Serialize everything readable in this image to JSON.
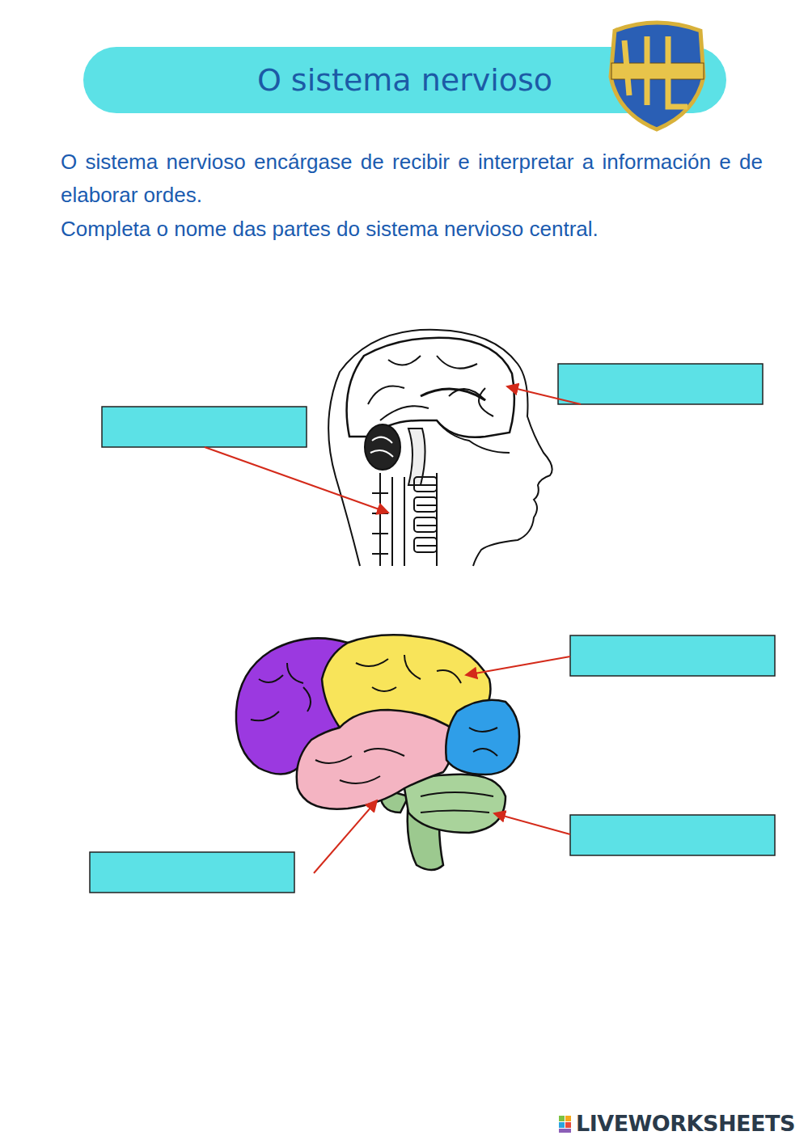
{
  "diagram": {
    "title": "O sistema nervioso",
    "labels": [
      "O sistema nervioso encárgase de recibir e interpretar a información e de elaborar ordes.",
      "Completa o nome das partes do sistema nervioso central.",
      "LIVEWORKSHEETS"
    ]
  }
}
